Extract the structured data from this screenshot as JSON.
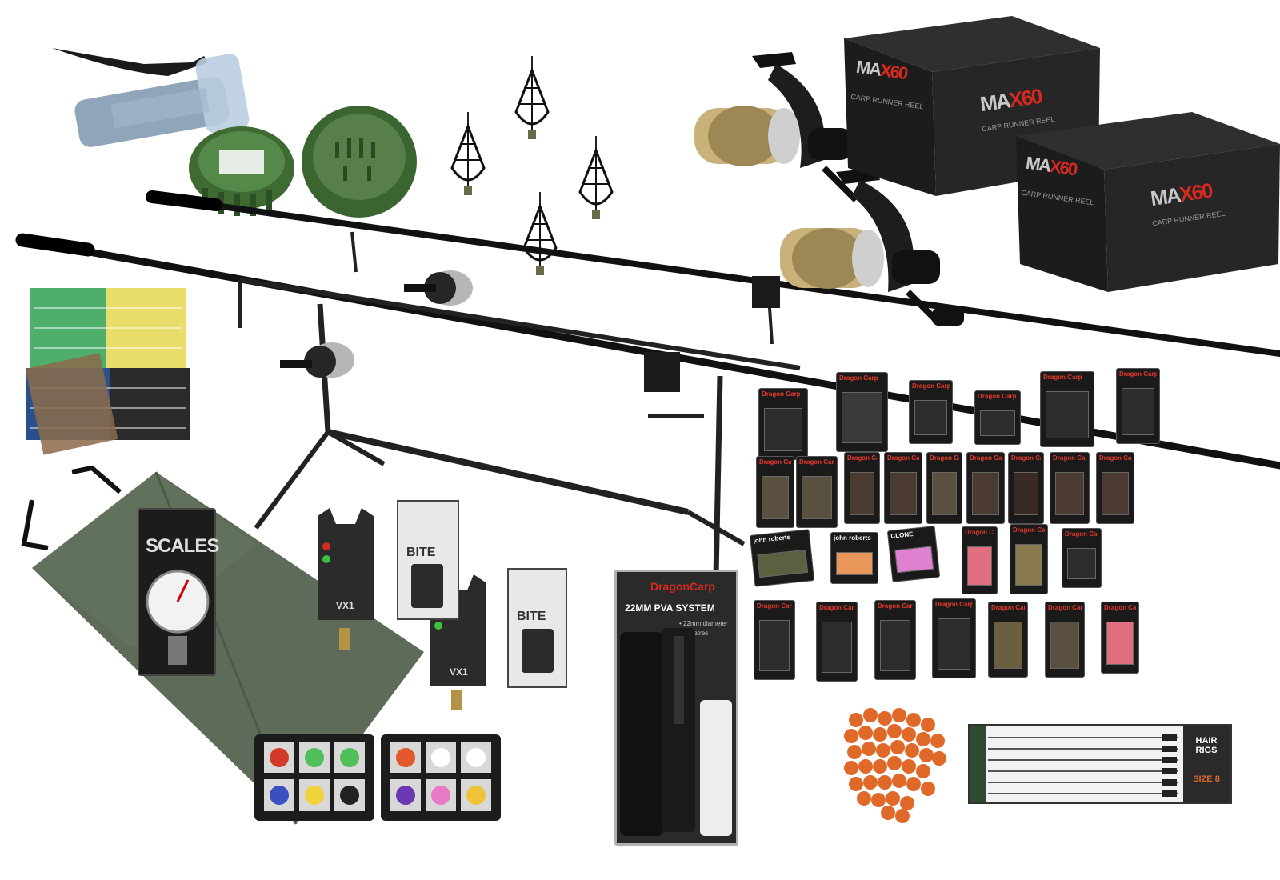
{
  "reel_box": {
    "brand": "MA",
    "model": "X60",
    "subtitle": "CARP RUNNER REEL"
  },
  "scales": {
    "title": "SCALES"
  },
  "bite_alarm": {
    "model": "VX1",
    "box_label": "BITE"
  },
  "pva_pack": {
    "brand": "DragonCarp",
    "title": "22MM PVA SYSTEM",
    "spec1": "• 22mm diameter",
    "spec2": "• 5 metres"
  },
  "tackle_packs": {
    "brand": "Dragon Carp",
    "alt_brand": "john roberts",
    "alt_product": "CLONE"
  },
  "hair_rigs": {
    "title": "HAIR RIGS",
    "size": "SIZE 8"
  },
  "colors": {
    "rod": "#111111",
    "mat": "#5d6b58",
    "box": "#1e1e1e",
    "accent_red": "#d42a1f",
    "boilie": "#e0692a",
    "green_parts": "#3f6b33"
  }
}
